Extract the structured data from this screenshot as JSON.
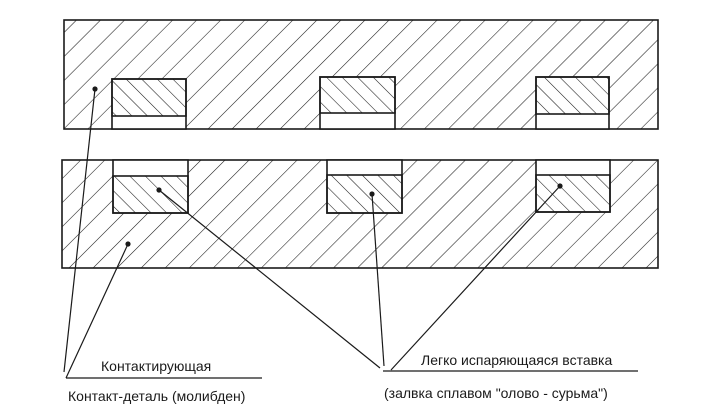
{
  "labels": {
    "contacting_top": "Контактирующая",
    "contact_part": "Контакт-деталь (молибден)",
    "insert_title": "Легко испаряющаяся вставка",
    "insert_fill": "(залвка сплавом \"олово - сурьма\")"
  },
  "colors": {
    "ink": "#1a1a1a",
    "background": "#ffffff"
  }
}
